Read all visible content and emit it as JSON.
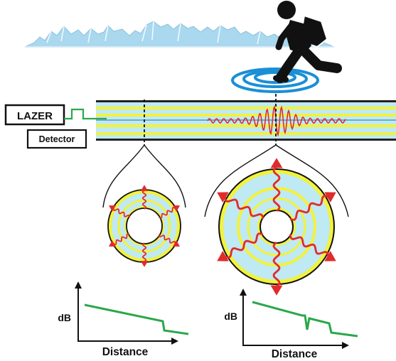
{
  "labels": {
    "laser": "LAZER",
    "detector": "Detector",
    "left_graph_ylabel": "dB",
    "left_graph_xlabel": "Distance",
    "right_graph_ylabel": "dB",
    "right_graph_xlabel": "Distance"
  },
  "colors": {
    "fiber_cyan": "#bfe9f3",
    "fiber_yellow": "#f2f23c",
    "fiber_blue": "#8fd0ec",
    "vibration_red": "#e12b2b",
    "signal_green": "#2aa84a",
    "ripple_blue": "#1a8fd6",
    "walker": "#111111",
    "mountain_blue": "#a9d8ef"
  },
  "icons": {
    "walker": "walking-person-icon",
    "mountains": "mountain-range-icon",
    "ripples": "ripple-waves-icon"
  }
}
